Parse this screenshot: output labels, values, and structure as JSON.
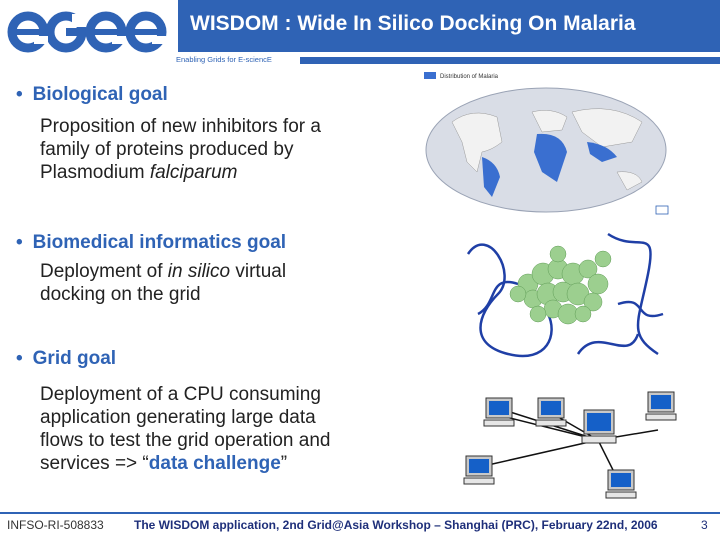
{
  "header": {
    "logo_text": "egee",
    "title": "WISDOM : Wide In Silico Docking On Malaria",
    "tagline": "Enabling Grids for E-sciencE"
  },
  "sections": [
    {
      "heading": "Biological goal",
      "lines": [
        "Proposition of new inhibitors for a",
        "family of proteins produced by",
        "Plasmodium falciparum"
      ]
    },
    {
      "heading": "Biomedical informatics goal",
      "lines": [
        "Deployment of in silico virtual",
        "docking on the grid"
      ]
    },
    {
      "heading": "Grid goal",
      "lines": [
        "Deployment of a CPU consuming",
        "application generating large data",
        "flows to test the grid operation and",
        "services => “data challenge”"
      ]
    }
  ],
  "images": {
    "map_caption": "Distribution of Malaria"
  },
  "footer": {
    "id": "INFSO-RI-508833",
    "text": "The WISDOM application, 2nd Grid@Asia Workshop – Shanghai (PRC), February 22nd, 2006",
    "page": "3"
  },
  "colors": {
    "brand_blue": "#2f63b5",
    "dark_blue": "#1e2f7a"
  }
}
